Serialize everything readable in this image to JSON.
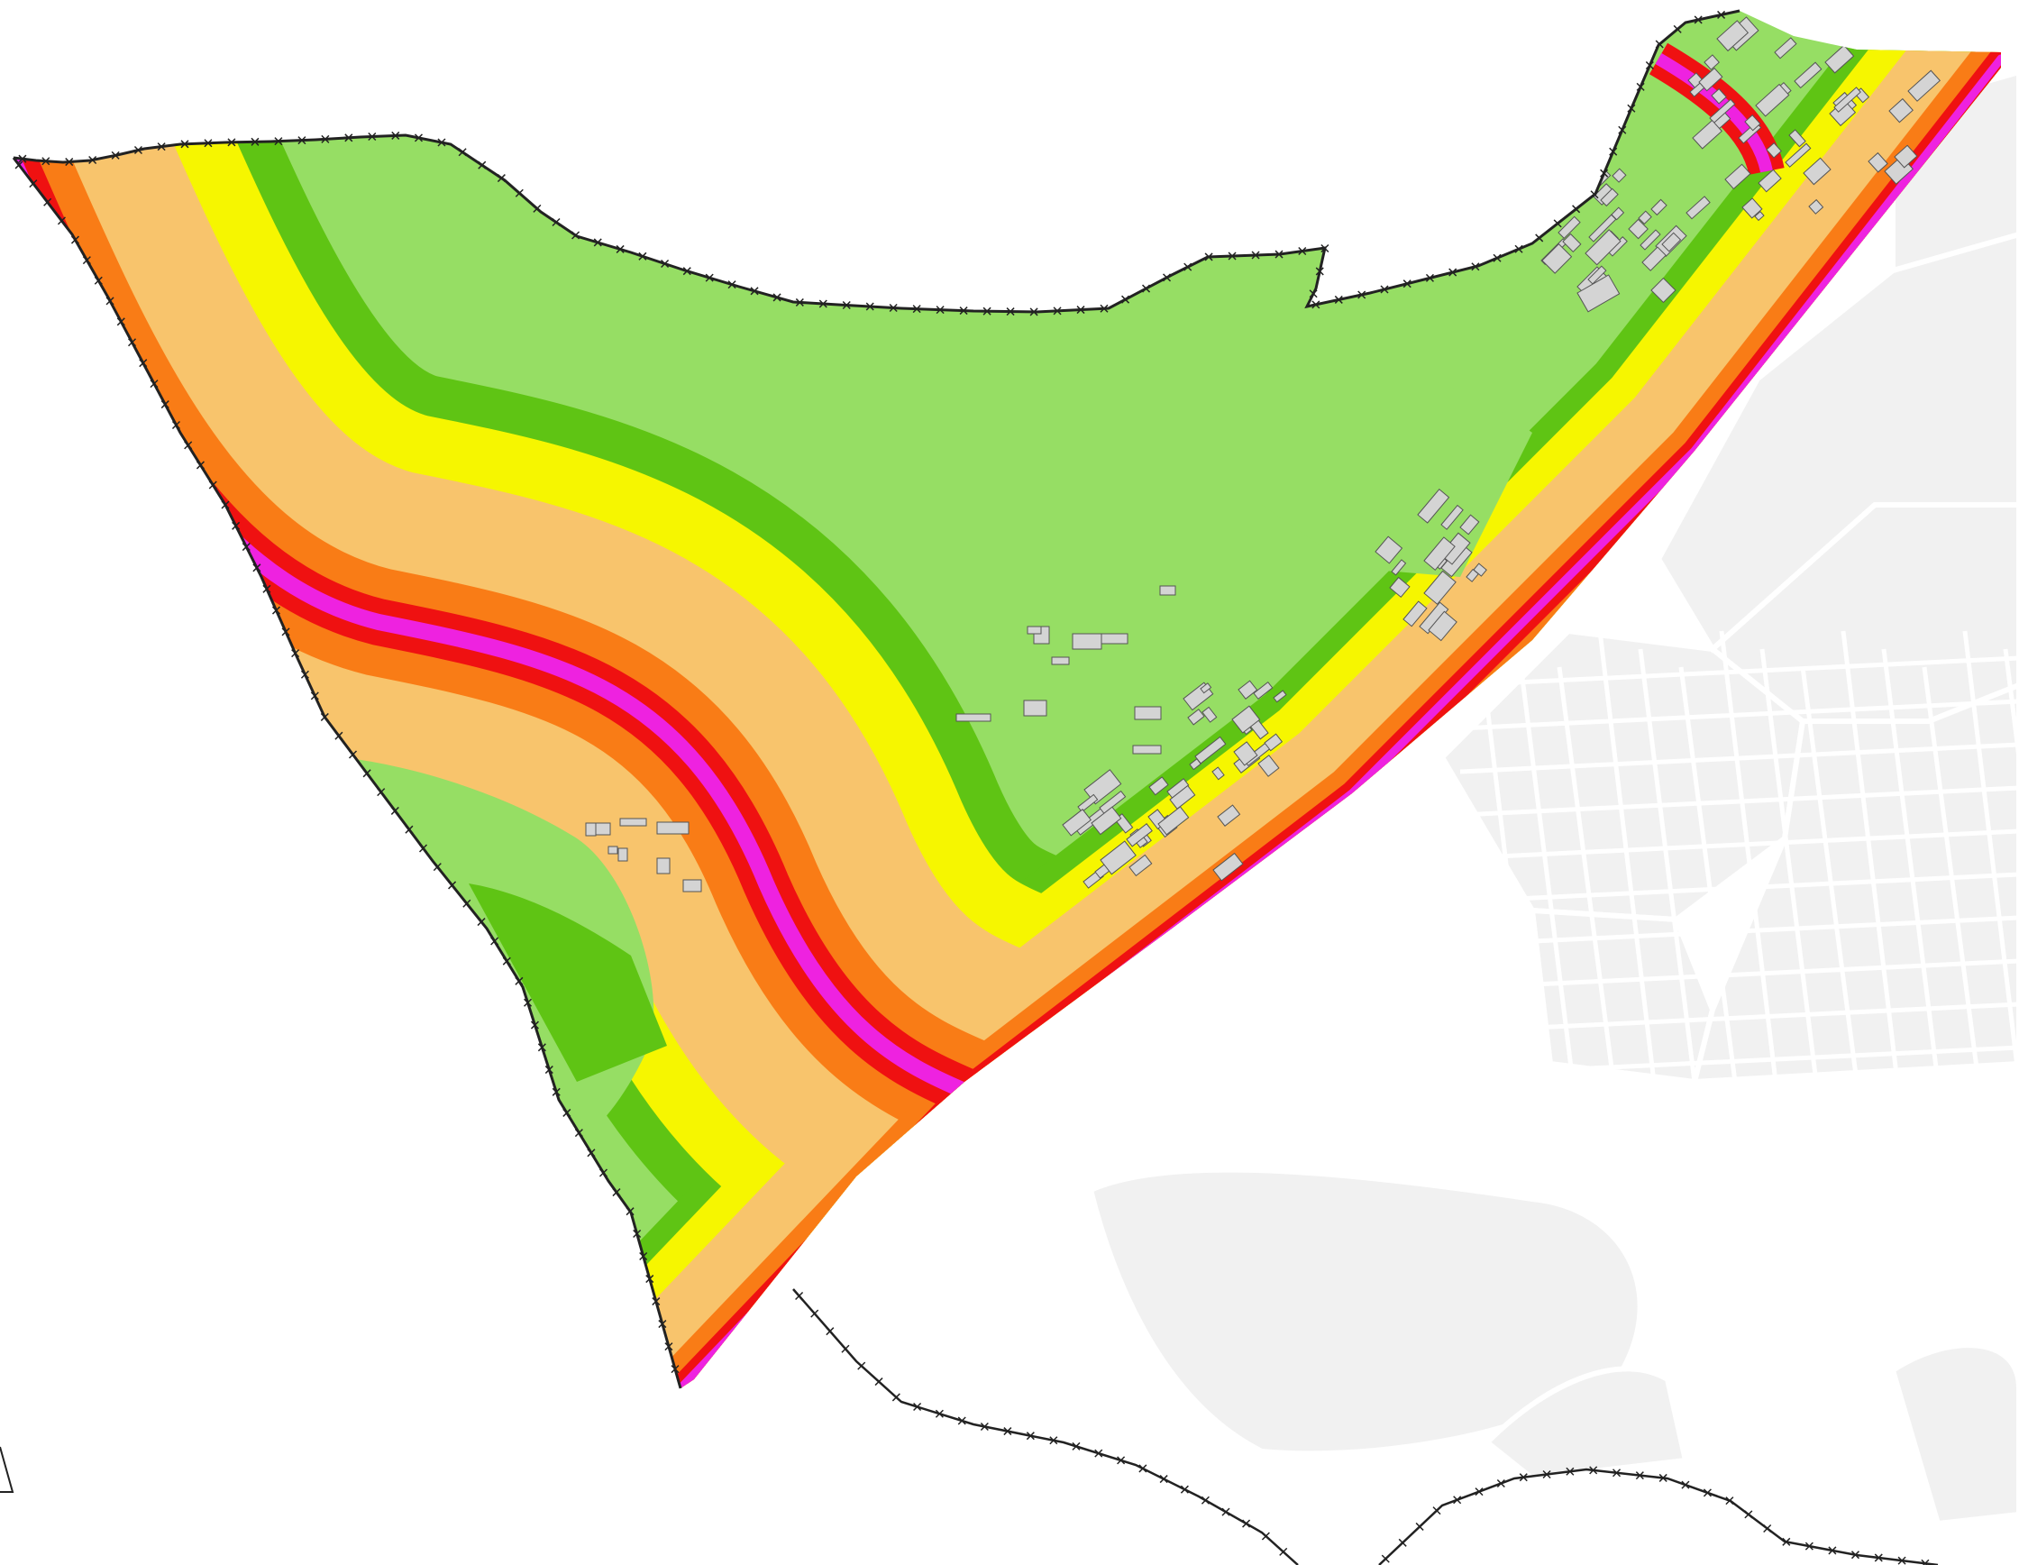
{
  "map": {
    "kind": "noise-zone map",
    "background_color": "#ffffff",
    "zones": [
      {
        "id": "far",
        "color": "#96de64"
      },
      {
        "id": "dark-green-band",
        "color": "#5fc414"
      },
      {
        "id": "mid-yellow",
        "color": "#f6f600"
      },
      {
        "id": "near-tan",
        "color": "#f8c46c"
      },
      {
        "id": "high-orange",
        "color": "#f97c16"
      },
      {
        "id": "very-high-red",
        "color": "#ef1111"
      },
      {
        "id": "road-magenta",
        "color": "#ee22e0"
      }
    ],
    "city_blocks_color": "#f1f1f1",
    "boundary": {
      "line_color": "#222222",
      "tick_symbol": "x"
    },
    "buildings_color": "#d4d4d4"
  }
}
